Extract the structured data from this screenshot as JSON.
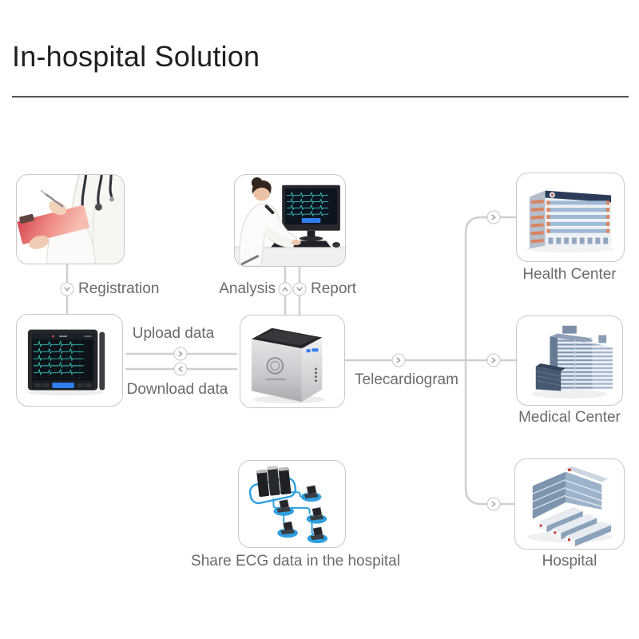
{
  "title": "In-hospital Solution",
  "flow_labels": {
    "registration": "Registration",
    "analysis": "Analysis",
    "report": "Report",
    "upload": "Upload data",
    "download": "Download data",
    "telecardiogram": "Telecardiogram",
    "share_ecg": "Share ECG data in the hospital"
  },
  "destinations": [
    {
      "label": "Health Center"
    },
    {
      "label": "Medical Center"
    },
    {
      "label": "Hospital"
    }
  ],
  "nodes": {
    "registration_photo": "doctor writing on clipboard",
    "ecg_tablet": "portable ECG tablet device",
    "analyst_photo": "clinician reviewing ECG on workstation",
    "server": "telecardiogram server",
    "network": "hospital ECG network"
  },
  "icons": {
    "arrows": [
      "chevron-down",
      "chevron-up",
      "chevron-right",
      "chevron-left"
    ]
  },
  "colors": {
    "accent_blue": "#2f9fe0",
    "button_blue": "#2f7ef0",
    "line_gray": "#cfcfcf",
    "label_gray": "#6b6b6b",
    "ecg_teal": "#38c4bb",
    "clipboard_red": "#dd5159",
    "building_blue": "#9fb9d4"
  }
}
